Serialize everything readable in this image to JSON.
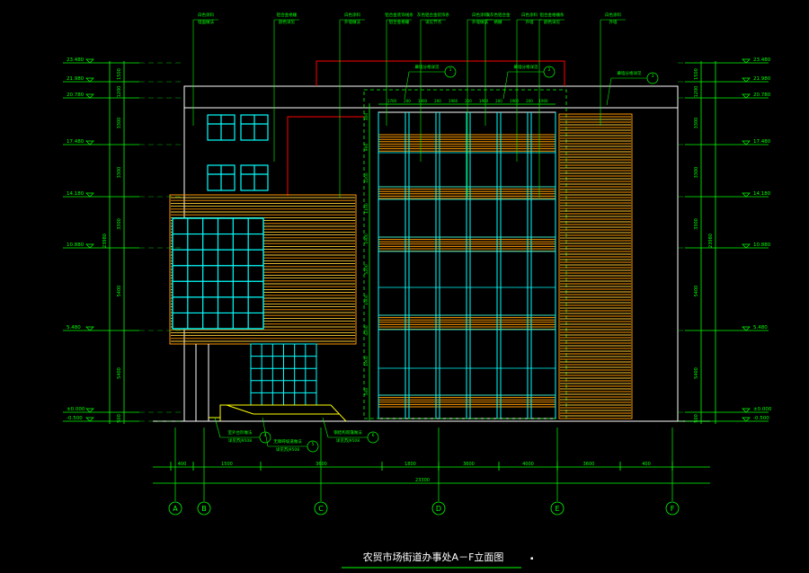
{
  "drawing": {
    "title": "农贸市场街道办事处A－F立面图",
    "title_marker": "▪",
    "colors": {
      "background": "#000000",
      "dim": "#00ff00",
      "wall": "#ffffff",
      "glass": "#00ffff",
      "louver": "#ff9900",
      "louver_alt": "#ffcc33",
      "red": "#ff0000",
      "magenta": "#ff44ff",
      "yellow": "#ffff00"
    },
    "elevations_left": [
      "23.480",
      "21.980",
      "20.780",
      "17.480",
      "14.180",
      "10.880",
      "5.480",
      "±0.000",
      "-0.500"
    ],
    "elevations_right": [
      "23.480",
      "21.980",
      "20.780",
      "17.480",
      "14.180",
      "10.880",
      "5.480",
      "±0.000",
      "-0.500"
    ],
    "dims_left_inner": [
      "1500",
      "1200",
      "3300",
      "3300",
      "3300",
      "5400",
      "5400",
      "500"
    ],
    "dims_left_total": "23980",
    "dims_right_inner": [
      "1500",
      "1200",
      "3300",
      "3300",
      "3300",
      "5400",
      "5400",
      "500"
    ],
    "dims_right_total": "23980",
    "dims_bottom": [
      "400",
      "1500",
      "3600",
      "1800",
      "3600",
      "4000",
      "3600",
      "400"
    ],
    "dims_bottom_total": "23300",
    "glazing_top_dims": [
      "1700",
      "200",
      "1900",
      "200",
      "1900",
      "200",
      "1900",
      "200",
      "1900",
      "200",
      "1900"
    ],
    "axes": [
      "A",
      "B",
      "C",
      "D",
      "E",
      "F"
    ],
    "callouts_top": [
      "白色涂料\n墙面做法",
      "铝合金格栅\n颜色详见",
      "白色涂料\n外墙做法",
      "铝合金装饰线条\n铝合金格栅",
      "灰色铝合金装饰条\n详见节点",
      "白色涂料\n外墙做法",
      "浅灰色铝合金\n格栅",
      "白色涂料\n外墙",
      "铝合金格栅条\n颜色详见",
      "白色涂料\n外墙"
    ],
    "callouts_mid": [
      "幕墙分格详见",
      "幕墙分格详见",
      "幕墙分格详见"
    ],
    "callouts_bottom": [
      "室外台阶做法\n详见苏J9508",
      "无障碍坡道做法\n详见苏J9508",
      "钢结构雨篷做法\n详见苏J9508"
    ],
    "section_marks": [
      "1",
      "2",
      "3",
      "4",
      "5",
      "6"
    ]
  }
}
